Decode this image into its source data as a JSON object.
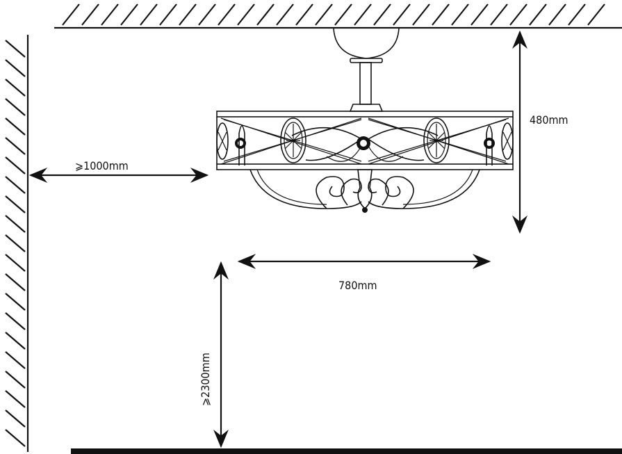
{
  "dimensions": {
    "wall_clearance": "⩾1000mm",
    "height": "480mm",
    "width": "780mm",
    "floor_clearance": "⩾2300mm"
  },
  "colors": {
    "line": "#111111",
    "background": "#ffffff"
  }
}
